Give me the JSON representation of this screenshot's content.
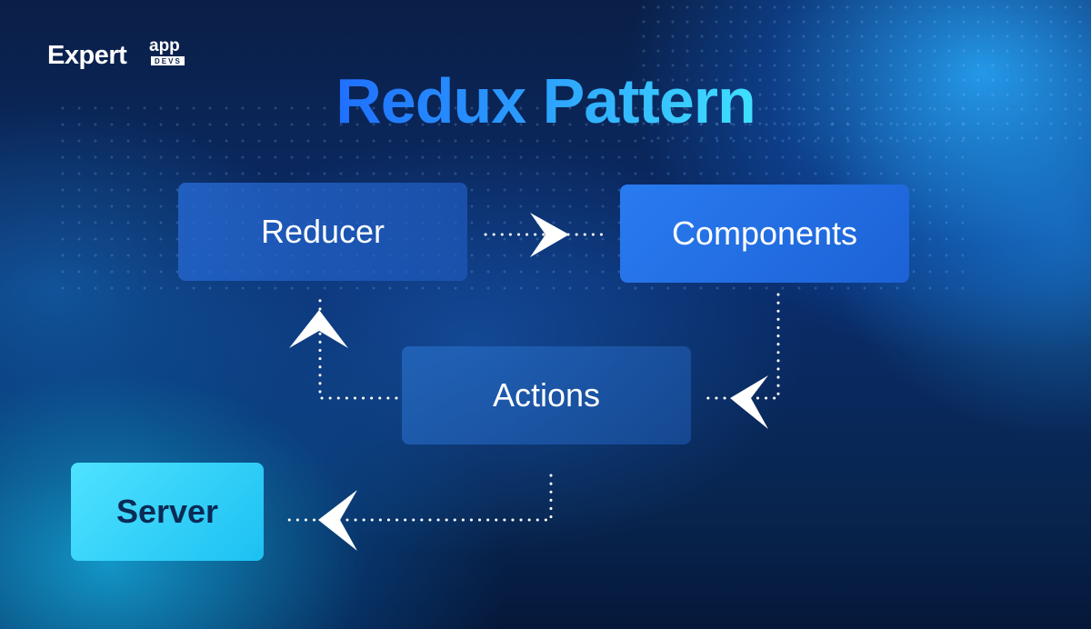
{
  "logo": {
    "main": "Expert",
    "sup": "app",
    "sub": "DEVS"
  },
  "title": "Redux Pattern",
  "nodes": {
    "reducer": "Reducer",
    "components": "Components",
    "actions": "Actions",
    "server": "Server"
  },
  "edges": [
    {
      "from": "Reducer",
      "to": "Components"
    },
    {
      "from": "Components",
      "to": "Actions"
    },
    {
      "from": "Actions",
      "to": "Reducer"
    },
    {
      "from": "Actions",
      "to": "Server"
    }
  ],
  "colors": {
    "background": "#0a2c6a",
    "title_gradient_start": "#1f6fff",
    "title_gradient_end": "#3fe0ff",
    "components_box": "#2a7bf0",
    "server_box": "#4fe2ff",
    "server_text": "#0a2b56",
    "connector": "#ffffff"
  }
}
